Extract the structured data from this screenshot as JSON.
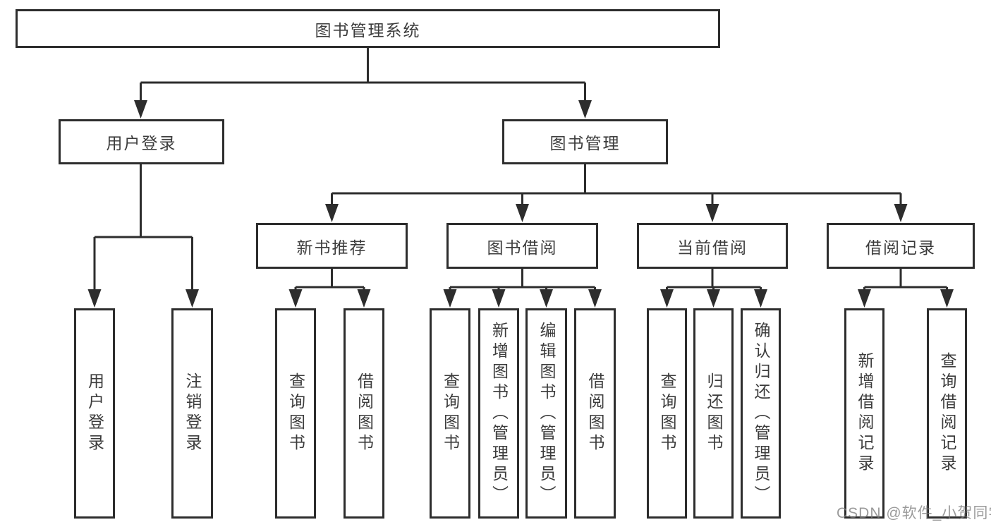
{
  "diagram": {
    "root": "图书管理系统",
    "level1": [
      {
        "label": "用户登录",
        "children": [
          "用户登录",
          "注销登录"
        ]
      },
      {
        "label": "图书管理",
        "sections": [
          {
            "label": "新书推荐",
            "children": [
              "查询图书",
              "借阅图书"
            ]
          },
          {
            "label": "图书借阅",
            "children": [
              "查询图书",
              "新增图书（管理员）",
              "编辑图书（管理员）",
              "借阅图书"
            ]
          },
          {
            "label": "当前借阅",
            "children": [
              "查询图书",
              "归还图书",
              "确认归还（管理员）"
            ]
          },
          {
            "label": "借阅记录",
            "children": [
              "新增借阅记录",
              "查询借阅记录"
            ]
          }
        ]
      }
    ]
  },
  "colors": {
    "line": "#2d2d2d",
    "text": "#3c3c3c",
    "watermark_gray": "#787878"
  },
  "watermark": "CSDN @软件_小贺同学"
}
